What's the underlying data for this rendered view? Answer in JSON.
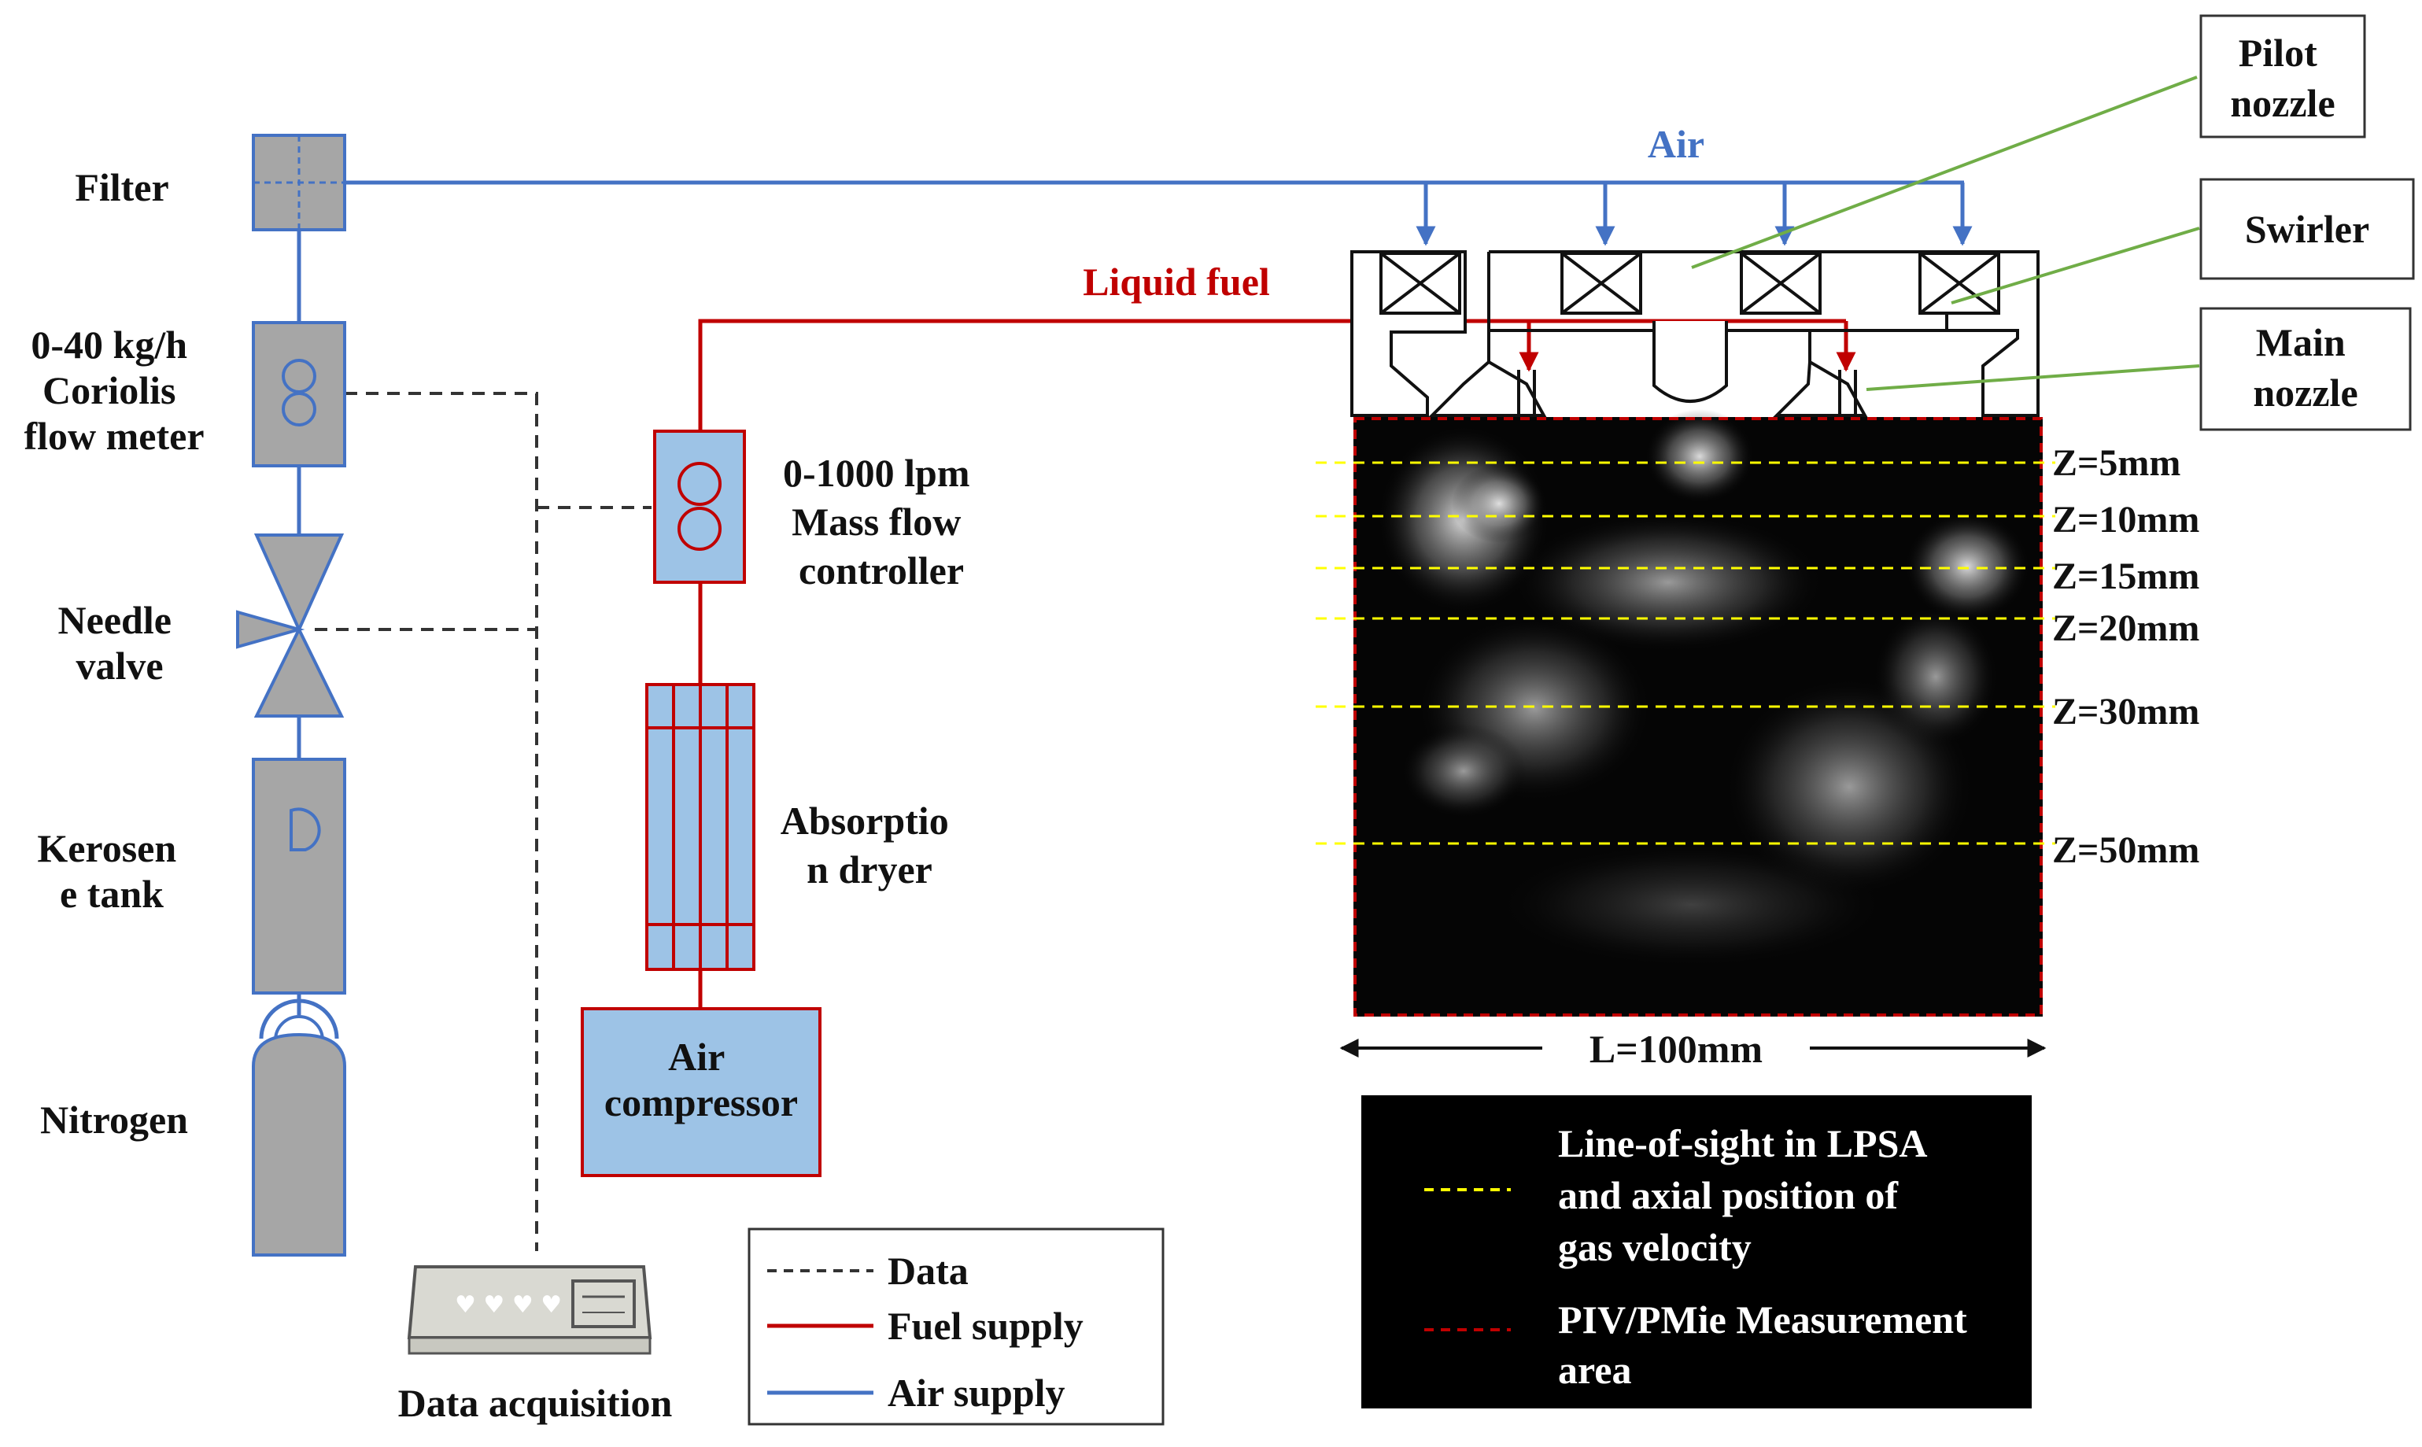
{
  "colors": {
    "air": "#4472c4",
    "fuel": "#c00000",
    "component_gray": "#a6a6a6",
    "component_blue": "#9dc3e6",
    "data_line": "#333333",
    "callout_line": "#70ad47",
    "los_line": "#ffff00",
    "measurement_border": "#c00000"
  },
  "left_components": {
    "filter": "Filter",
    "coriolis": [
      "0-40 kg/h",
      "Coriolis",
      "flow meter"
    ],
    "needle_valve": [
      "Needle",
      "valve"
    ],
    "kerosene_tank": [
      "Kerosen",
      "e tank"
    ],
    "nitrogen": "Nitrogen"
  },
  "middle_components": {
    "mass_flow_controller": [
      "0-1000 lpm",
      "Mass flow",
      "controller"
    ],
    "absorption_dryer": [
      "Absorptio",
      "n dryer"
    ],
    "air_compressor": [
      "Air",
      "compressor"
    ],
    "data_acquisition": "Data acquisition"
  },
  "flow_labels": {
    "air": "Air",
    "liquid_fuel": "Liquid fuel"
  },
  "callouts": {
    "pilot_nozzle": [
      "Pilot",
      "nozzle"
    ],
    "swirler": "Swirler",
    "main_nozzle": [
      "Main",
      "nozzle"
    ]
  },
  "positions": [
    "Z=5mm",
    "Z=10mm",
    "Z=15mm",
    "Z=20mm",
    "Z=30mm",
    "Z=50mm"
  ],
  "width_label": "L=100mm",
  "legend": {
    "data": "Data",
    "fuel_supply": "Fuel supply",
    "air_supply": "Air supply"
  },
  "dark_legend": {
    "los": [
      "Line-of-sight in LPSA",
      "and axial position of",
      "gas velocity"
    ],
    "piv": [
      "PIV/PMie Measurement",
      "area"
    ]
  },
  "icons": [
    "filter-icon",
    "flow-meter-icon",
    "needle-valve-icon",
    "tank-icon",
    "gas-cylinder-icon",
    "mass-flow-controller-icon",
    "dryer-icon",
    "compressor-icon",
    "data-acquisition-icon",
    "swirler-icon",
    "nozzle-icon"
  ]
}
